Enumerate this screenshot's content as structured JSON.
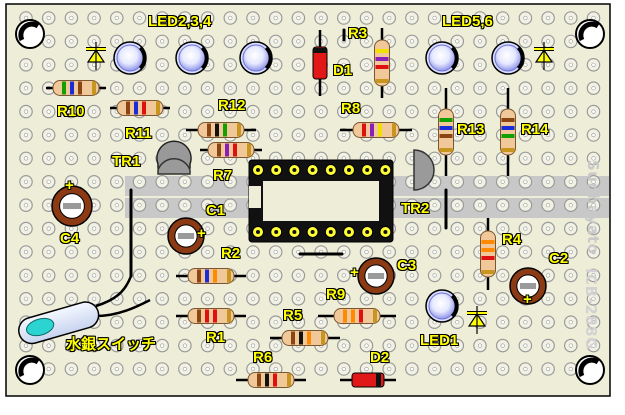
{
  "board": {
    "colors": {
      "board": "#eeeed8",
      "pad": "#f5f5ea",
      "hole": "#ffffff",
      "trace": "#c8c8c8",
      "wire": "#000000",
      "label": "#ffff00"
    },
    "side_text_1": "Sunhayato",
    "side_text_2": "ICB-288G"
  },
  "labels": {
    "led234": "LED2,3,4",
    "led56": "LED5,6",
    "led1": "LED1",
    "d1": "D1",
    "d2": "D2",
    "r1": "R1",
    "r2": "R2",
    "r3": "R3",
    "r4": "R4",
    "r5": "R5",
    "r6": "R6",
    "r7": "R7",
    "r8": "R8",
    "r9": "R9",
    "r10": "R10",
    "r11": "R11",
    "r12": "R12",
    "r13": "R13",
    "r14": "R14",
    "c1": "C1",
    "c2": "C2",
    "c3": "C3",
    "c4": "C4",
    "tr1": "TR1",
    "tr2": "TR2",
    "switch": "水銀スイッチ"
  },
  "polarity": {
    "plus": "+"
  }
}
